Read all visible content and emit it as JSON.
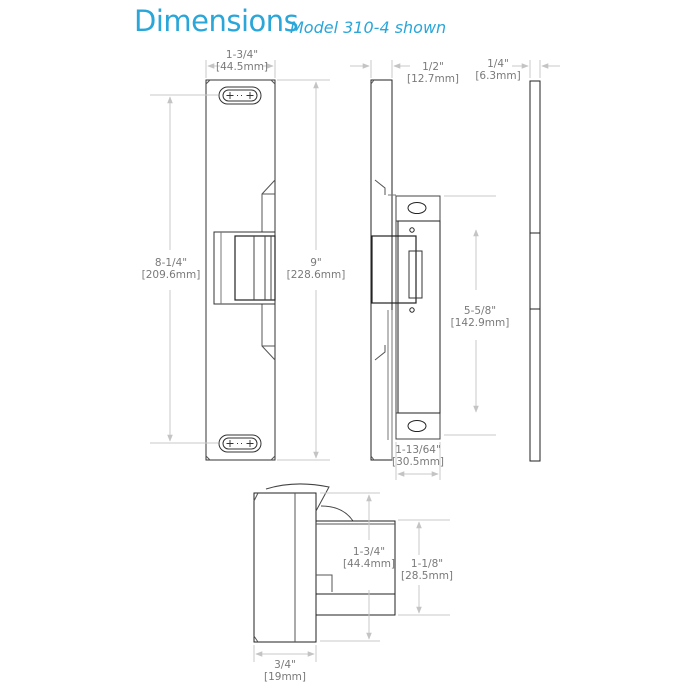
{
  "header": {
    "title": "Dimensions",
    "subtitle": "Model 310-4 shown"
  },
  "front_view": {
    "width": {
      "imperial": "1-3/4\"",
      "metric": "[44.5mm]"
    },
    "hole_spacing": {
      "imperial": "8-1/4\"",
      "metric": "[209.6mm]"
    },
    "height": {
      "imperial": "9\"",
      "metric": "[228.6mm]"
    }
  },
  "side_view": {
    "faceplate_depth": {
      "imperial": "1/2\"",
      "metric": "[12.7mm]"
    },
    "body_height": {
      "imperial": "5-5/8\"",
      "metric": "[142.9mm]"
    },
    "body_depth": {
      "imperial": "1-13/64\"",
      "metric": "[30.5mm]"
    }
  },
  "edge_view": {
    "thickness": {
      "imperial": "1/4\"",
      "metric": "[6.3mm]"
    }
  },
  "top_view": {
    "overall_width": {
      "imperial": "1-3/4\"",
      "metric": "[44.4mm]"
    },
    "body_width": {
      "imperial": "1-1/8\"",
      "metric": "[28.5mm]"
    },
    "faceplate_depth": {
      "imperial": "3/4\"",
      "metric": "[19mm]"
    }
  },
  "colors": {
    "title": "#2aa6d9",
    "dimension_text": "#7a7a7a",
    "dimension_line": "#c8c8c8",
    "outline": "#222222"
  }
}
